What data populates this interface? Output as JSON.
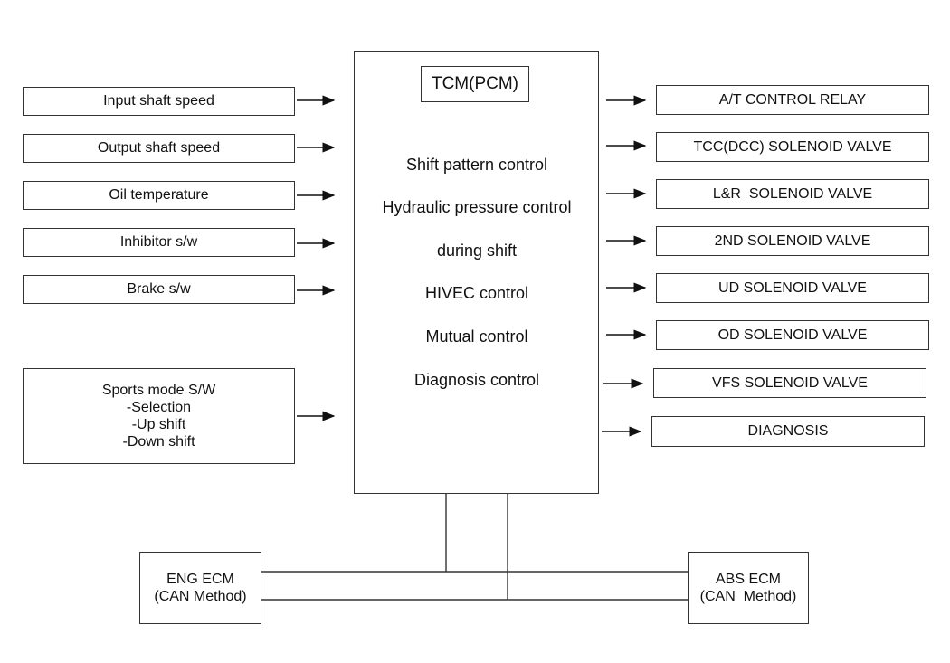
{
  "tcm": {
    "title": "TCM(PCM)",
    "functions": [
      "Shift pattern control",
      "Hydraulic pressure control",
      "during shift",
      "HIVEC control",
      "Mutual control",
      "Diagnosis control"
    ]
  },
  "inputs": [
    "Input shaft speed",
    "Output shaft speed",
    "Oil temperature",
    "Inhibitor s/w",
    "Brake s/w"
  ],
  "sports_mode": {
    "title": "Sports mode S/W",
    "items": [
      "-Selection",
      "-Up shift",
      "-Down shift"
    ]
  },
  "outputs": [
    "A/T CONTROL RELAY",
    "TCC(DCC) SOLENOID VALVE",
    "L&R  SOLENOID VALVE",
    "2ND SOLENOID VALVE",
    "UD SOLENOID VALVE",
    "OD SOLENOID VALVE",
    "VFS SOLENOID VALVE",
    "DIAGNOSIS"
  ],
  "eng_ecm": {
    "line1": "ENG ECM",
    "line2": "(CAN Method)"
  },
  "abs_ecm": {
    "line1": "ABS ECM",
    "line2": "(CAN  Method)"
  }
}
